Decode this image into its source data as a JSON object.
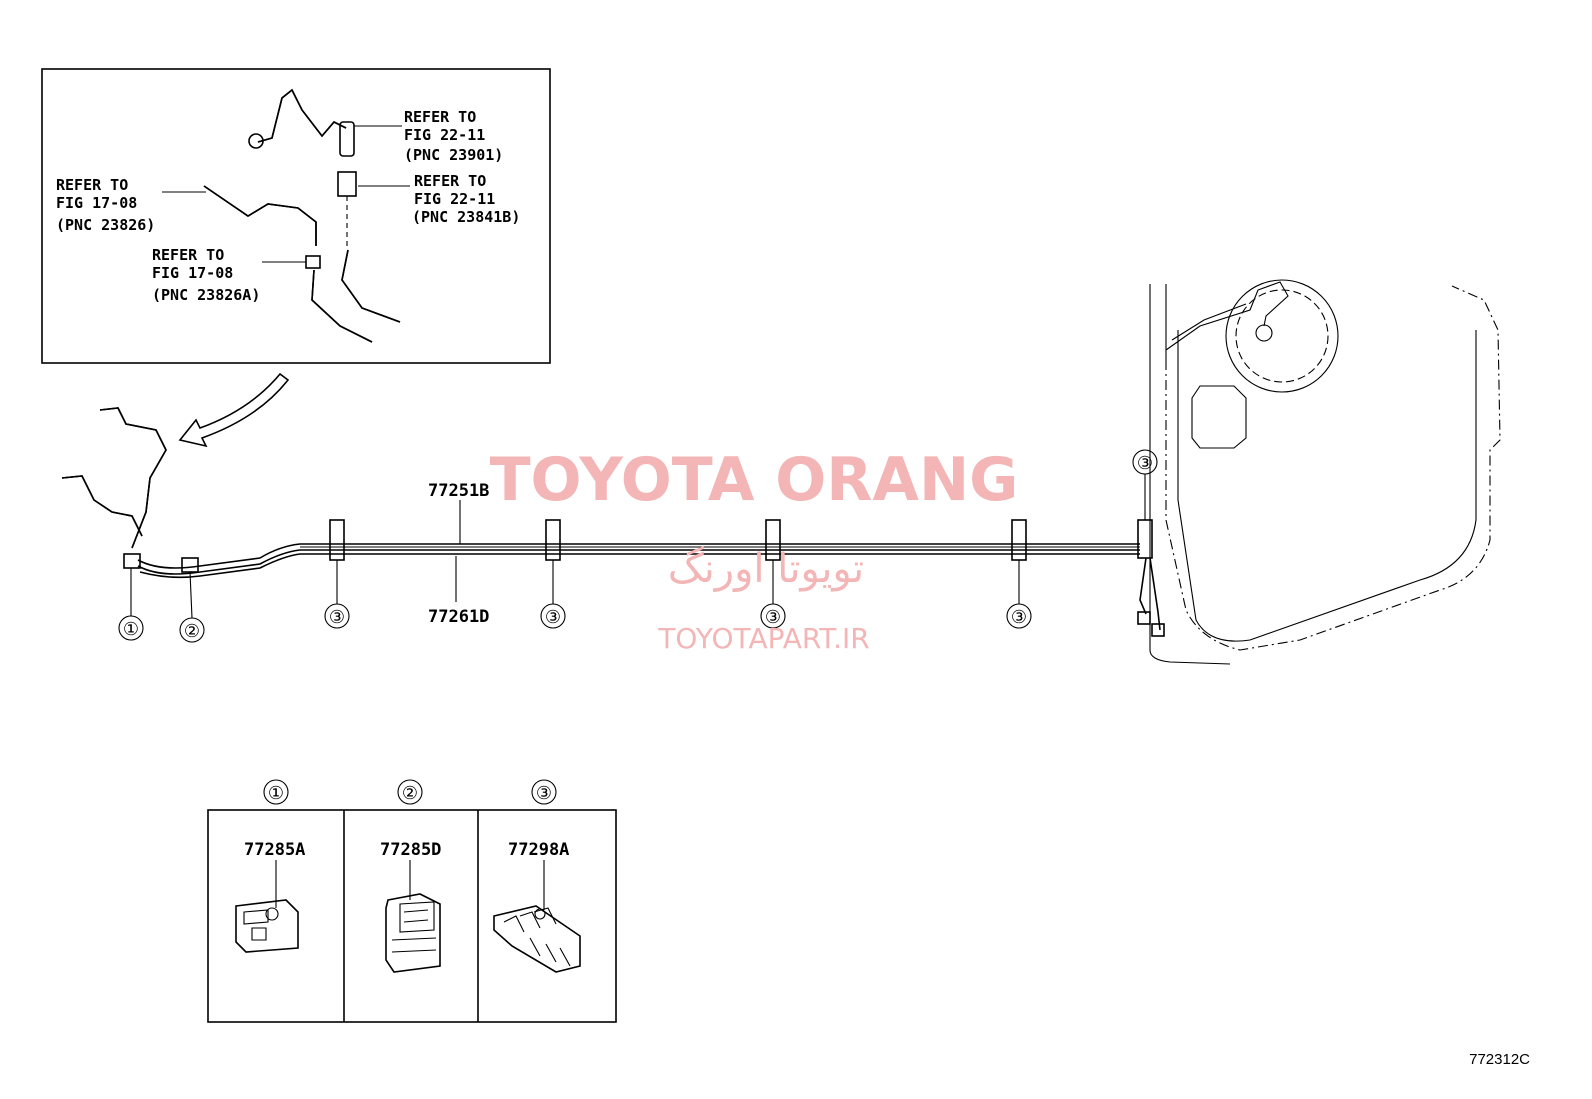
{
  "inset_callouts": [
    {
      "line1": "REFER TO",
      "line2": "FIG 22-11",
      "line3": "(PNC 23901)"
    },
    {
      "line1": "REFER TO",
      "line2": "FIG 22-11",
      "line3": "(PNC 23841B)"
    },
    {
      "line1": "REFER TO",
      "line2": "FIG 17-08",
      "line3": "(PNC 23826)"
    },
    {
      "line1": "REFER TO",
      "line2": "FIG 17-08",
      "line3": "(PNC 23826A)"
    }
  ],
  "parts": {
    "upper_tube": "77251B",
    "lower_tube": "77261D"
  },
  "clamp_markers": [
    "①",
    "②",
    "③",
    "③",
    "③",
    "③",
    "③"
  ],
  "legend": [
    {
      "marker": "①",
      "part": "77285A"
    },
    {
      "marker": "②",
      "part": "77285D"
    },
    {
      "marker": "③",
      "part": "77298A"
    }
  ],
  "watermark": {
    "title": "TOYOTA ORANG",
    "persian": "تویوتا اورنگ",
    "url": "TOYOTAPART.IR"
  },
  "figure_id": "772312C",
  "colors": {
    "line": "#000000",
    "watermark": "#f3b5b5",
    "background": "#ffffff"
  }
}
